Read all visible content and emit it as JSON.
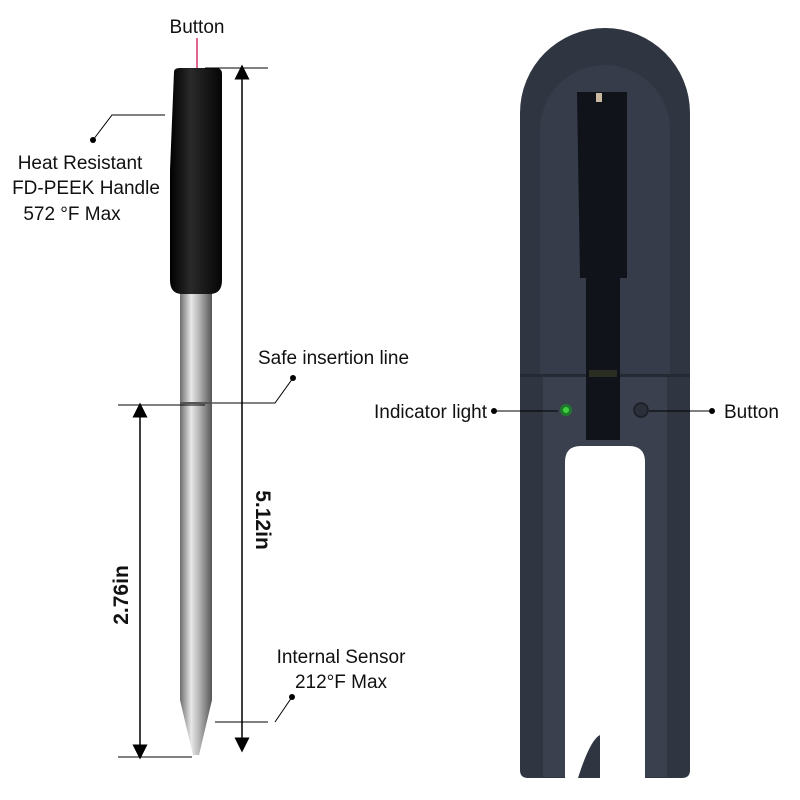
{
  "probe": {
    "button_label": "Button",
    "handle_label": [
      "Heat Resistant",
      "FD-PEEK Handle",
      "572 °F Max"
    ],
    "safe_insertion_label": "Safe insertion line",
    "sensor_label": [
      "Internal Sensor",
      "212°F Max"
    ],
    "total_length": "5.12in",
    "insertion_length": "2.76in"
  },
  "receiver": {
    "indicator_label": "Indicator light",
    "button_label": "Button"
  },
  "colors": {
    "handle": "#0d0d0d",
    "receiver_body": "#333a47",
    "indicator_led": "#3fcf3f",
    "button_leader": "#d6336c"
  }
}
